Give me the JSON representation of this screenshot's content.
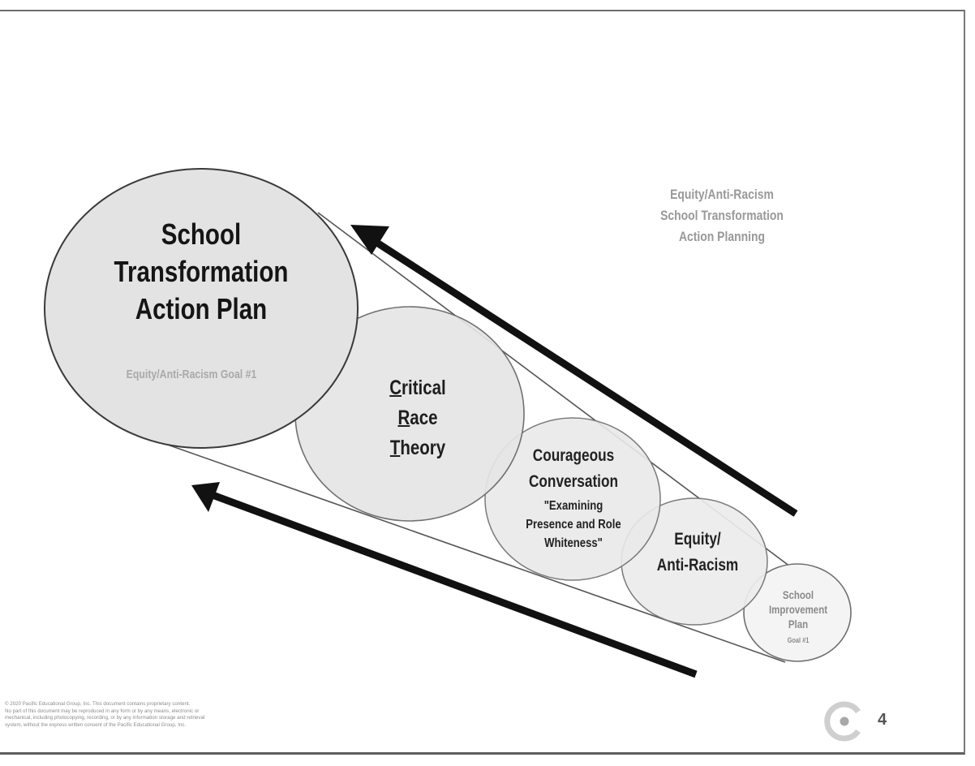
{
  "slide": {
    "page_number": "4",
    "side_title": [
      "Equity/Anti-Racism",
      "School Transformation",
      "Action Planning"
    ],
    "copyright_lines": [
      "© 2020 Pacific Educational Group, Inc.  This document contains proprietary content.",
      "No part of this document may be reproduced in any form or by any means, electronic or",
      "mechanical, including photocopying, recording, or by any information storage and retrieval",
      "system, without the express written consent of the Pacific Educational Group, Inc."
    ],
    "logo_icon": "pacific-educational-group-logo-icon"
  },
  "circles": {
    "main": {
      "title_lines": [
        "School",
        "Transformation",
        "Action Plan"
      ],
      "goal": "Equity/Anti-Racism Goal #1"
    },
    "crt": {
      "lines": [
        {
          "initial": "C",
          "rest": "ritical"
        },
        {
          "initial": "R",
          "rest": "ace"
        },
        {
          "initial": "T",
          "rest": "heory"
        }
      ]
    },
    "courageous": {
      "title_lines": [
        "Courageous",
        "Conversation"
      ],
      "subtitle_lines": [
        "\"Examining",
        "Presence and Role",
        "Whiteness\""
      ]
    },
    "equity": {
      "title_lines": [
        "Equity/",
        "Anti-Racism"
      ]
    },
    "school_improvement": {
      "title_lines": [
        "School",
        "Improvement",
        "Plan"
      ],
      "goal": "Goal #1"
    }
  },
  "arrows": {
    "upper": {
      "direction": "up-left",
      "icon": "arrow-up-left-icon"
    },
    "lower": {
      "direction": "up-left",
      "icon": "arrow-up-left-icon"
    }
  },
  "colors": {
    "circle_fill": "#e6e6e6",
    "circle_stroke": "#6f6f6f",
    "arrow": "#111111",
    "muted_text": "#999999",
    "dark_text": "#1e1e1e"
  }
}
